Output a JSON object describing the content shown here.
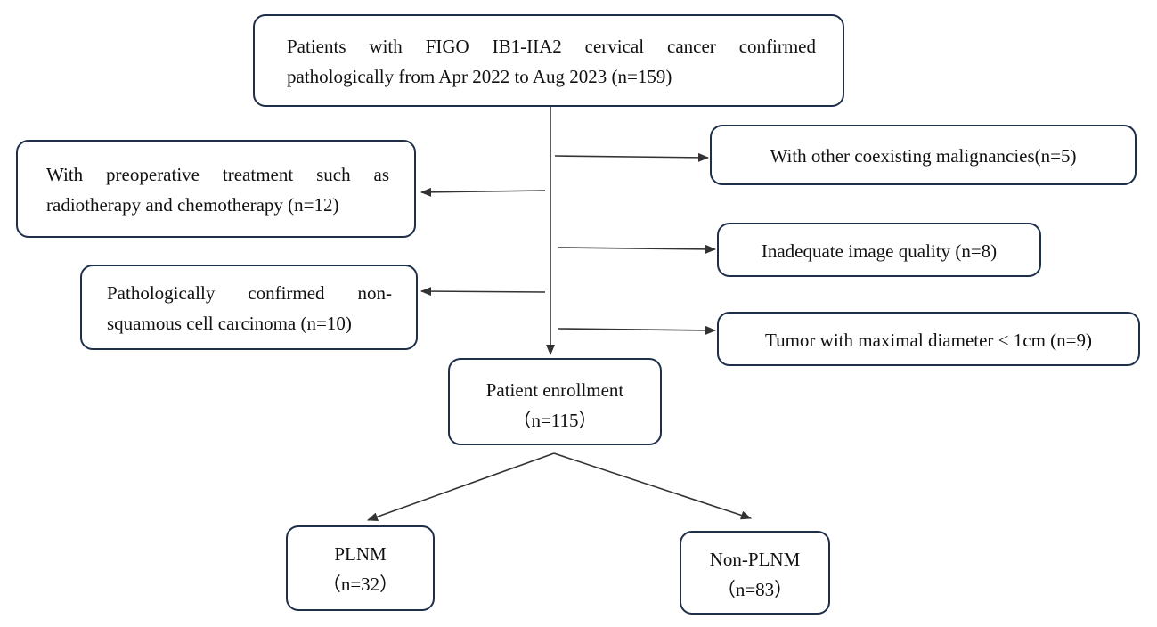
{
  "boxes": {
    "top": {
      "line1": "Patients with FIGO IB1-IIA2 cervical cancer confirmed",
      "line2": "pathologically from Apr 2022 to Aug 2023 (n=159)"
    },
    "preop": {
      "line1": "With preoperative treatment such as",
      "line2": "radiotherapy and chemotherapy (n=12)"
    },
    "nonsquamous": {
      "line1": "Pathologically confirmed non-",
      "line2": "squamous cell carcinoma (n=10)"
    },
    "malignancies": {
      "line1": "With other coexisting malignancies(n=5)"
    },
    "image_quality": {
      "line1": "Inadequate image quality (n=8)"
    },
    "tumor_diameter": {
      "line1": "Tumor with maximal diameter < 1cm (n=9)"
    },
    "enrollment": {
      "line1": "Patient enrollment",
      "line2": "（n=115）"
    },
    "plnm": {
      "line1": "PLNM",
      "line2": "（n=32）"
    },
    "non_plnm": {
      "line1": "Non-PLNM",
      "line2": "（n=83）"
    }
  },
  "colors": {
    "border": "#1f2f4a",
    "arrow": "#333333",
    "text": "#111111"
  }
}
